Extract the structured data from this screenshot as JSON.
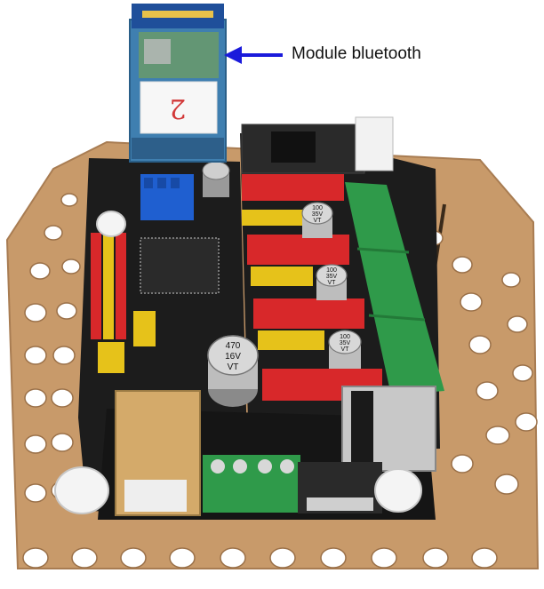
{
  "annotation": {
    "label": "Module bluetooth",
    "arrow_color": "#1a1adb"
  },
  "bluetooth_module": {
    "handwritten_mark": "2",
    "pcb_color": "#3f7fb0"
  },
  "capacitors": [
    {
      "value_line1": "470",
      "value_line2": "16V",
      "value_line3": "VT"
    },
    {
      "value_line1": "100",
      "value_line2": "35V",
      "value_line3": "VT"
    },
    {
      "value_line1": "100",
      "value_line2": "35V",
      "value_line3": "VT"
    },
    {
      "value_line1": "100",
      "value_line2": "35V",
      "value_line3": "VT"
    }
  ],
  "colors": {
    "mdf_base": "#c89a6a",
    "controller_pcb": "#1c1c1c",
    "terminal_green": "#2f9a4a",
    "header_red": "#d8282a",
    "header_yellow": "#e6c21a",
    "jumper_blue": "#1f5fd0",
    "usb_connector": "#d4aa6a"
  }
}
